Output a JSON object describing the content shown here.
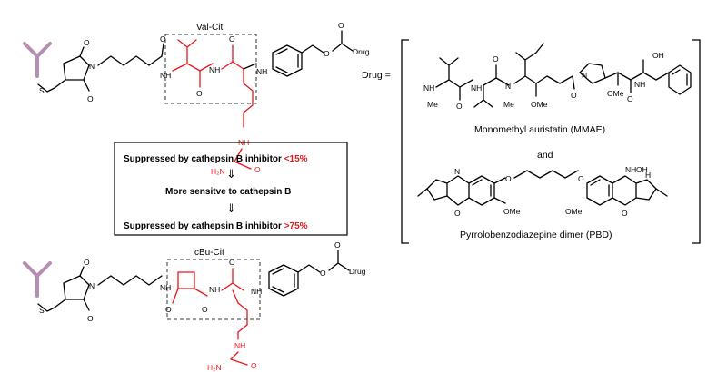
{
  "top_molecule": {
    "box_label": "Val-Cit",
    "drug_label": "Drug",
    "atoms": {
      "s": "S",
      "n": "N",
      "o": "O",
      "h": "H",
      "nh": "NH",
      "h2n": "H₂N"
    }
  },
  "effect_box": {
    "line1_text": "Suppressed by cathepsin B inhibitor ",
    "line1_value": "<15%",
    "line1_arrow": "⇓",
    "line2_text": "More sensitve to cathepsin B",
    "line2_arrow": "⇓",
    "line3_text": "Suppressed by cathepsin B inhibitor ",
    "line3_value": ">75%"
  },
  "bottom_molecule": {
    "box_label": "cBu-Cit",
    "drug_label": "Drug"
  },
  "drug_panel": {
    "prefix": "Drug =",
    "mmae_caption": "Monomethyl auristatin (MMAE)",
    "and_text": "and",
    "pbd_caption": "Pyrrolobenzodiazepine dimer (PBD)",
    "atoms": {
      "ome": "OMe",
      "me": "Me",
      "oh": "OH"
    }
  },
  "colors": {
    "black": "#000000",
    "red": "#e8161c",
    "antibody": "#b48fb2",
    "dash": "#333333"
  }
}
